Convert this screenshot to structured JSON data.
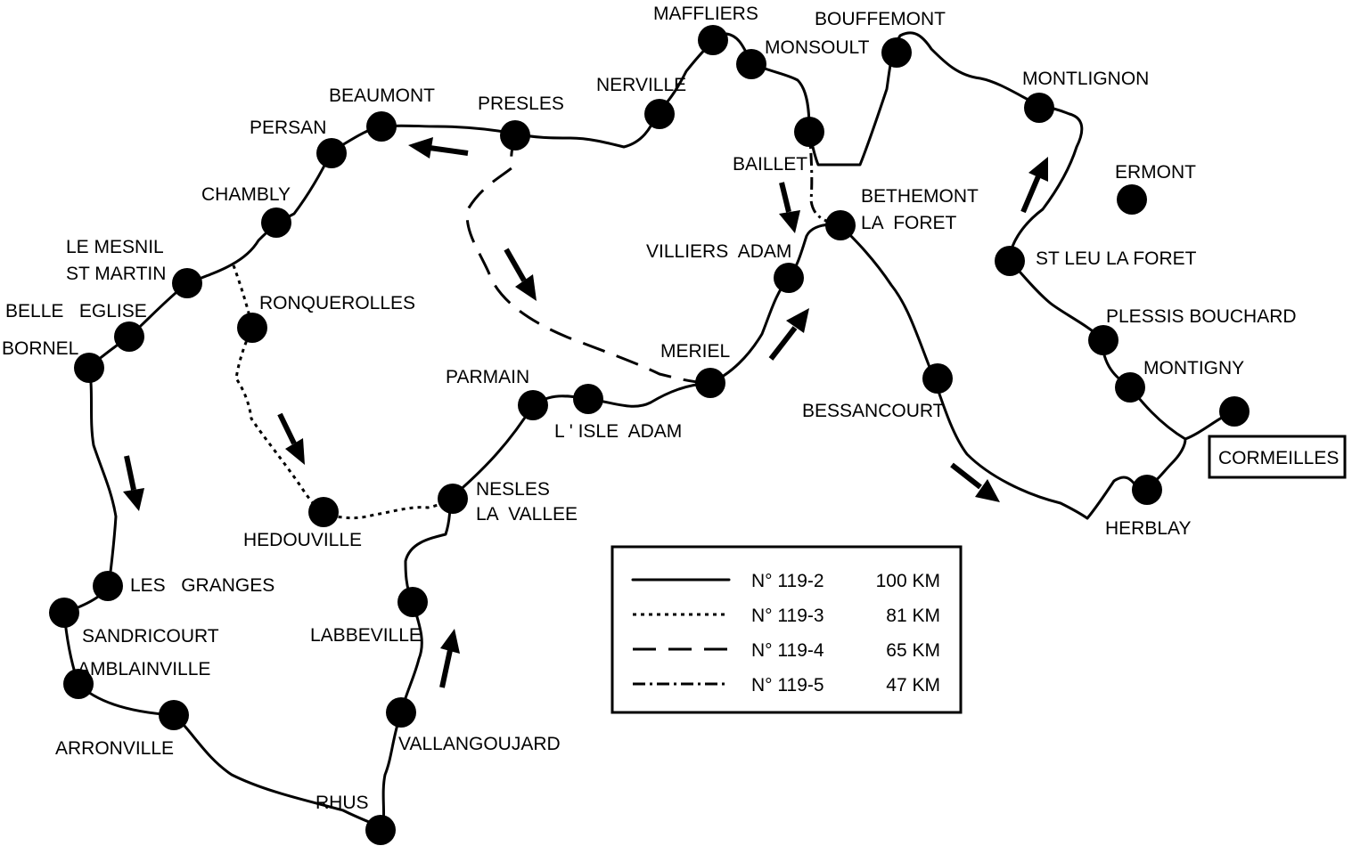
{
  "towns": [
    {
      "id": "maffliers",
      "label": [
        "MAFFLIERS"
      ]
    },
    {
      "id": "monsoult",
      "label": [
        "MONSOULT"
      ]
    },
    {
      "id": "bouffemont",
      "label": [
        "BOUFFEMONT"
      ]
    },
    {
      "id": "nerville",
      "label": [
        "NERVILLE"
      ]
    },
    {
      "id": "beaumont",
      "label": [
        "BEAUMONT"
      ]
    },
    {
      "id": "presles",
      "label": [
        "PRESLES"
      ]
    },
    {
      "id": "persan",
      "label": [
        "PERSAN"
      ]
    },
    {
      "id": "montlignon",
      "label": [
        "MONTLIGNON"
      ]
    },
    {
      "id": "baillet",
      "label": [
        "BAILLET"
      ]
    },
    {
      "id": "ermont",
      "label": [
        "ERMONT"
      ]
    },
    {
      "id": "chambly",
      "label": [
        "CHAMBLY"
      ]
    },
    {
      "id": "bethemont",
      "label": [
        "BETHEMONT",
        "LA  FORET"
      ]
    },
    {
      "id": "le-mesnil",
      "label": [
        "LE MESNIL",
        "ST MARTIN"
      ]
    },
    {
      "id": "villiers-adam",
      "label": [
        "VILLIERS  ADAM"
      ]
    },
    {
      "id": "st-leu",
      "label": [
        "ST LEU LA FORET"
      ]
    },
    {
      "id": "ronquerolles",
      "label": [
        "RONQUEROLLES"
      ]
    },
    {
      "id": "belle-eglise",
      "label": [
        "BELLE   EGLISE"
      ]
    },
    {
      "id": "plessis-bouchard",
      "label": [
        "PLESSIS BOUCHARD"
      ]
    },
    {
      "id": "bornel",
      "label": [
        "BORNEL"
      ]
    },
    {
      "id": "meriel",
      "label": [
        "MERIEL"
      ]
    },
    {
      "id": "montigny",
      "label": [
        "MONTIGNY"
      ]
    },
    {
      "id": "parmain",
      "label": [
        "PARMAIN"
      ]
    },
    {
      "id": "bessancourt",
      "label": [
        "BESSANCOURT"
      ]
    },
    {
      "id": "lisle-adam",
      "label": [
        "L ' ISLE  ADAM"
      ]
    },
    {
      "id": "cormeilles",
      "label": [
        "CORMEILLES"
      ]
    },
    {
      "id": "nesles",
      "label": [
        "NESLES",
        "LA  VALLEE"
      ]
    },
    {
      "id": "hedouville",
      "label": [
        "HEDOUVILLE"
      ]
    },
    {
      "id": "herblay",
      "label": [
        "HERBLAY"
      ]
    },
    {
      "id": "les-granges",
      "label": [
        "LES   GRANGES"
      ]
    },
    {
      "id": "sandricourt",
      "label": [
        "SANDRICOURT"
      ]
    },
    {
      "id": "labbeville",
      "label": [
        "LABBEVILLE"
      ]
    },
    {
      "id": "amblainville",
      "label": [
        "AMBLAINVILLE"
      ]
    },
    {
      "id": "vallangoujard",
      "label": [
        "VALLANGOUJARD"
      ]
    },
    {
      "id": "arronville",
      "label": [
        "ARRONVILLE"
      ]
    },
    {
      "id": "rhus",
      "label": [
        "RHUS"
      ]
    }
  ],
  "legend": {
    "routes": [
      {
        "style": "solid",
        "number": "N° 119-2",
        "distance": "100 KM"
      },
      {
        "style": "dotted",
        "number": "N° 119-3",
        "distance": "81 KM"
      },
      {
        "style": "dashed",
        "number": "N° 119-4",
        "distance": "65 KM"
      },
      {
        "style": "dash-dot",
        "number": "N° 119-5",
        "distance": "47 KM"
      }
    ]
  },
  "colors": {
    "ink": "#000000",
    "background": "#ffffff"
  }
}
